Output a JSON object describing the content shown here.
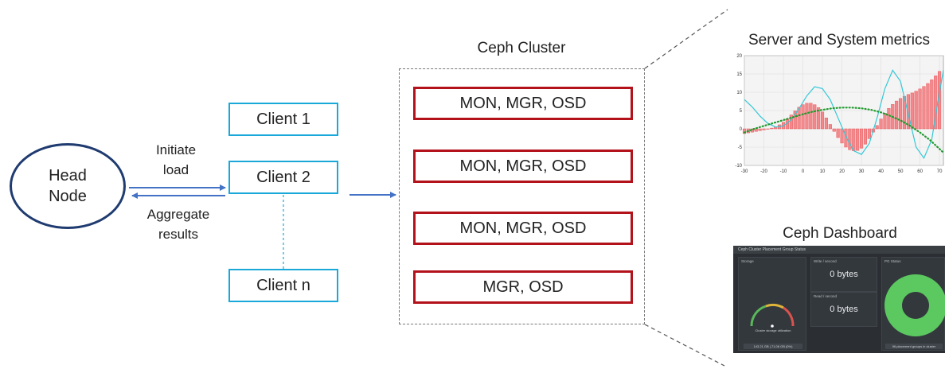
{
  "head_node": {
    "line1": "Head",
    "line2": "Node"
  },
  "clients": [
    "Client 1",
    "Client 2",
    "Client n"
  ],
  "arrows": {
    "initiate": {
      "line1": "Initiate",
      "line2": "load"
    },
    "aggregate": {
      "line1": "Aggregate",
      "line2": "results"
    }
  },
  "cluster": {
    "title": "Ceph Cluster",
    "nodes": [
      "MON, MGR, OSD",
      "MON, MGR, OSD",
      "MON, MGR, OSD",
      "MGR, OSD"
    ]
  },
  "metrics": {
    "title": "Server and System metrics",
    "chart_data": {
      "type": "bar",
      "x_ticks": [
        "-30",
        "-20",
        "-10",
        "0",
        "10",
        "20",
        "30",
        "40",
        "50",
        "60",
        "70"
      ],
      "y_ticks": [
        "20",
        "15",
        "10",
        "5",
        "0",
        "-5",
        "-10"
      ],
      "xlim": [
        -30,
        72
      ],
      "ylim": [
        -10,
        20
      ],
      "grid": true,
      "series": [
        {
          "kind": "bar",
          "color": "#e8454a",
          "fill": "#f28a8d",
          "x": [
            -30,
            -28,
            -26,
            -24,
            -22,
            -20,
            -18,
            -16,
            -14,
            -12,
            -10,
            -8,
            -6,
            -4,
            -2,
            0,
            2,
            4,
            6,
            8,
            10,
            12,
            14,
            16,
            18,
            20,
            22,
            24,
            26,
            28,
            30,
            32,
            34,
            36,
            38,
            40,
            42,
            44,
            46,
            48,
            50,
            52,
            54,
            56,
            58,
            60,
            62,
            64,
            66,
            68,
            70
          ],
          "values": [
            -1.3,
            -1.1,
            -0.9,
            -0.7,
            -0.5,
            -0.3,
            -0.1,
            0.2,
            0.6,
            1.1,
            1.8,
            2.7,
            3.8,
            4.9,
            5.9,
            6.6,
            7.0,
            7.0,
            6.6,
            5.8,
            4.6,
            3.0,
            1.2,
            -0.7,
            -2.4,
            -3.9,
            -5.0,
            -5.7,
            -6.0,
            -5.9,
            -5.3,
            -4.2,
            -2.7,
            -0.9,
            0.9,
            2.7,
            4.3,
            5.6,
            6.7,
            7.6,
            8.3,
            8.9,
            9.4,
            9.8,
            10.3,
            10.9,
            11.6,
            12.4,
            13.4,
            14.5,
            15.7
          ]
        },
        {
          "kind": "line",
          "color": "#35c8d6",
          "x": [
            -30,
            -26,
            -22,
            -18,
            -14,
            -10,
            -6,
            -2,
            2,
            6,
            10,
            14,
            18,
            22,
            26,
            30,
            34,
            38,
            42,
            46,
            50,
            54,
            58,
            62,
            66,
            70,
            72
          ],
          "values": [
            8,
            6,
            3.5,
            1.5,
            0.5,
            0.8,
            2.5,
            5.5,
            9,
            11.5,
            11,
            8,
            3,
            -2,
            -6,
            -7,
            -4,
            3,
            11,
            16,
            13,
            4,
            -5,
            -8,
            -3,
            10,
            16
          ]
        },
        {
          "kind": "line",
          "style": "dotted",
          "color": "#1f9a2e",
          "x": [
            -30,
            -25,
            -20,
            -15,
            -10,
            -5,
            0,
            5,
            10,
            15,
            20,
            25,
            30,
            35,
            40,
            45,
            50,
            55,
            60,
            65,
            70,
            72
          ],
          "values": [
            -1,
            0,
            0.8,
            1.6,
            2.4,
            3.2,
            4,
            4.7,
            5.2,
            5.6,
            5.8,
            5.8,
            5.6,
            5.2,
            4.5,
            3.5,
            2.3,
            0.8,
            -1,
            -3,
            -5.5,
            -6.5
          ]
        }
      ]
    }
  },
  "dashboard": {
    "title": "Ceph Dashboard",
    "header": "Ceph Cluster Placement Group Status",
    "storage_title": "Storage",
    "write_title": "Write / second",
    "write_value": "0 bytes",
    "read_title": "Read / second",
    "read_value": "0 bytes",
    "pg_title": "PG Status",
    "gauge_label": "Cluster storage utilization",
    "storage_foot": "143.21 GB | 71.06 GB (0%)",
    "pg_foot": "96 placement groups in cluster",
    "gauge_colors": [
      "#59b85a",
      "#e0b43a",
      "#d9534f"
    ],
    "donut_color": "#5cc860"
  }
}
